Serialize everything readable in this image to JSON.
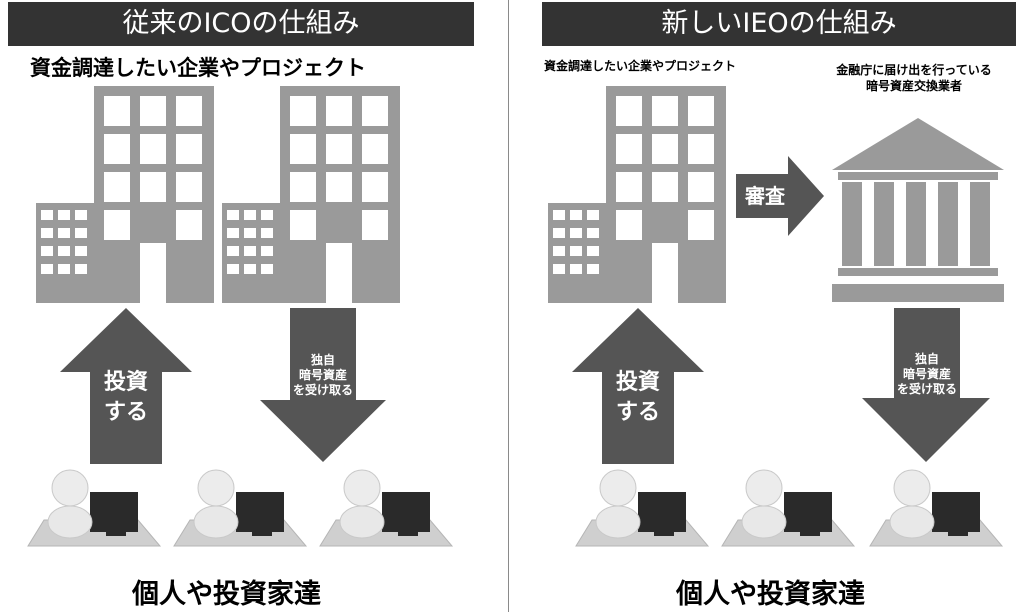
{
  "left": {
    "title": "従来のICOの仕組み",
    "company_label": "資金調達したい企業やプロジェクト",
    "invest_arrow": {
      "line1": "投資",
      "line2": "する"
    },
    "receive_arrow": {
      "line1": "独自",
      "line2": "暗号資産",
      "line3": "を受け取る"
    },
    "investors_label": "個人や投資家達"
  },
  "right": {
    "title": "新しいIEOの仕組み",
    "company_label": "資金調達したい企業やプロジェクト",
    "exchange_label": {
      "line1": "金融庁に届け出を行っている",
      "line2": "暗号資産交換業者"
    },
    "review_arrow": "審査",
    "invest_arrow": {
      "line1": "投資",
      "line2": "する"
    },
    "receive_arrow": {
      "line1": "独自",
      "line2": "暗号資産",
      "line3": "を受け取る"
    },
    "investors_label": "個人や投資家達"
  },
  "colors": {
    "header_bg": "#333333",
    "arrow": "#555555",
    "building": "#9a9a9a",
    "person": "#e8e8e8"
  }
}
